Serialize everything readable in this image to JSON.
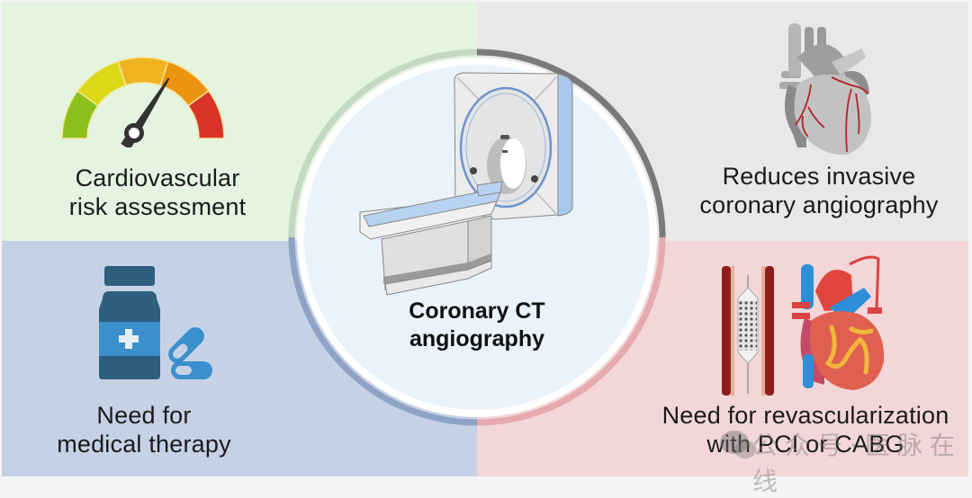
{
  "quadrants": {
    "top_left": {
      "label_line1": "Cardiovascular",
      "label_line2": "risk assessment",
      "icon": "risk-gauge-icon",
      "color": "#e4f4e0"
    },
    "top_right": {
      "label_line1": "Reduces invasive",
      "label_line2": "coronary angiography",
      "icon": "heart-coronary-arteries-icon",
      "color": "#e8e8e8"
    },
    "bottom_left": {
      "label_line1": "Need for",
      "label_line2": "medical therapy",
      "icon": "medicine-bottle-pills-icon",
      "color": "#c5d2e6"
    },
    "bottom_right": {
      "label_line1": "Need for revascularization",
      "label_line2": "with PCI or CABG",
      "icon": "stent-and-heart-icon",
      "color": "#f2d6d8"
    }
  },
  "center": {
    "title_line1": "Coronary CT",
    "title_line2": "angiography",
    "icon": "ct-scanner-icon",
    "fill": "#eaf2fb",
    "ring_colors": {
      "top_left": "#c3d9c3",
      "top_right": "#7a7a7a",
      "bottom_left": "#8fa3c6",
      "bottom_right": "#e6a9ad"
    }
  },
  "gauge": {
    "segment_colors": [
      "#8cbf1a",
      "#dcd818",
      "#f0b21e",
      "#ec9410",
      "#d9332a"
    ],
    "needle_level": 0.68
  },
  "watermark": {
    "text": "公众号·医脉在线",
    "icon": "wechat-icon"
  }
}
